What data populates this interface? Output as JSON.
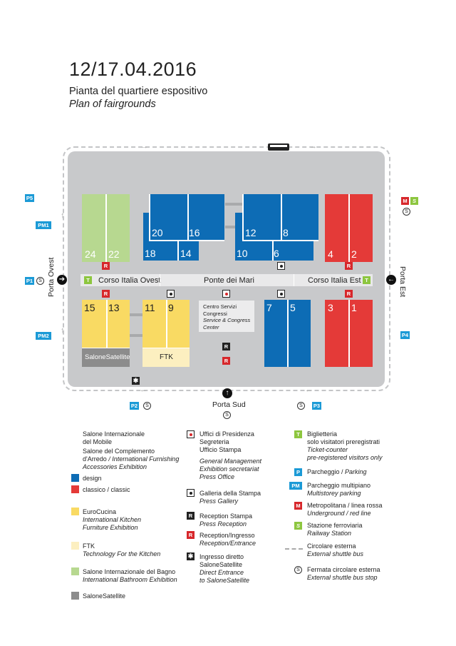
{
  "header": {
    "date": "12/17.04.2016",
    "title_it": "Pianta del quartiere espositivo",
    "title_en": "Plan of fairgrounds"
  },
  "colors": {
    "design": "#0d6cb5",
    "classic": "#e43a38",
    "bagno": "#b7d890",
    "eurocucina": "#f9da63",
    "ftk": "#fcefc0",
    "salonesatellite": "#8c8c8c"
  },
  "map": {
    "halls": {
      "h24": "24",
      "h22": "22",
      "h20": "20",
      "h16": "16",
      "h18": "18",
      "h14": "14",
      "h12": "12",
      "h8": "8",
      "h10": "10",
      "h6": "6",
      "h4": "4",
      "h2": "2",
      "h15": "15",
      "h13": "13",
      "h11": "11",
      "h9": "9",
      "h7": "7",
      "h5": "5",
      "h3": "3",
      "h1": "1"
    },
    "salonesatellite_label": "SaloneSatellite",
    "ftk_label": "FTK",
    "streets": {
      "ovest": "Corso Italia Ovest",
      "mari": "Ponte dei Mari",
      "est": "Corso Italia Est"
    },
    "service_center": [
      "Centro Servizi",
      "Congressi",
      "Service & Congress",
      "Center"
    ],
    "gates": {
      "ovest": "Porta Ovest",
      "est": "Porta Est",
      "sud": "Porta Sud"
    },
    "parking": {
      "p5": "P5",
      "pm1": "PM1",
      "p1": "P1",
      "pm2": "PM2",
      "p4": "P4",
      "p2": "P2",
      "p3": "P3"
    },
    "metro": "M",
    "station": "S",
    "ticket": "T",
    "reception": "R",
    "shuttle_stop": "S"
  },
  "legend": {
    "exhibitions": {
      "salone_it": "Salone Internazionale",
      "salone_it2": "del Mobile",
      "complemento1": "Salone del Complemento",
      "complemento2": "d'Arredo",
      "complemento_en1": "/ International Furnishing",
      "complemento_en2": "Accessories Exhibition",
      "design": "design",
      "classic": "classico / classic",
      "eurocucina": "EuroCucina",
      "eurocucina_en1": "International Kitchen",
      "eurocucina_en2": "Furniture Exhibition",
      "ftk": "FTK",
      "ftk_en": "Technology For the Kitchen",
      "bagno": "Salone Internazionale del Bagno",
      "bagno_en": "International Bathroom Exhibition",
      "satellite": "SaloneSatellite"
    },
    "services": {
      "uffici1": "Uffici di Presidenza",
      "uffici2": "Segreteria",
      "uffici3": "Ufficio Stampa",
      "uffici_en1": "General Management",
      "uffici_en2": "Exhibition secretariat",
      "uffici_en3": "Press Office",
      "galleria": "Galleria della Stampa",
      "galleria_en": "Press Gallery",
      "rec_stampa": "Reception Stampa",
      "rec_stampa_en": "Press Reception",
      "rec_ingresso": "Reception/Ingresso",
      "rec_ingresso_en": "Reception/Entrance",
      "ingresso1": "Ingresso diretto",
      "ingresso2": "SaloneSatellite",
      "ingresso_en1": "Direct Entrance",
      "ingresso_en2": "to SaloneSatellite"
    },
    "transport": {
      "bigl1": "Biglietteria",
      "bigl2": "solo visitatori preregistrati",
      "bigl_en1": "Ticket-counter",
      "bigl_en2": "pre-registered visitors only",
      "parcheggio": "Parcheggio / ",
      "parcheggio_en": "Parking",
      "multi": "Parcheggio multipiano",
      "multi_en": "Multistorey parking",
      "metro": "Metropolitana / linea rossa",
      "metro_en": "Underground / red line",
      "stazione": "Stazione ferroviaria",
      "stazione_en": "Railway Station",
      "circolare": "Circolare esterna",
      "circolare_en": "External shuttle bus",
      "fermata": "Fermata circolare esterna",
      "fermata_en": "External shuttle bus stop"
    },
    "badges": {
      "p": "P",
      "pm": "PM",
      "m": "M",
      "s": "S",
      "t": "T",
      "r": "R",
      "star": "✱",
      "stop": "S"
    }
  }
}
